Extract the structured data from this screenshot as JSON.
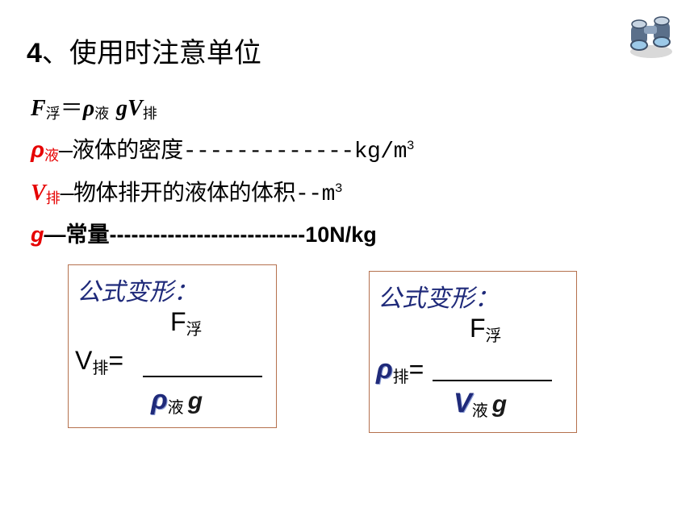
{
  "title": {
    "num": "4",
    "text": "、使用时注意单位"
  },
  "formula": {
    "F": "F",
    "F_sub": "浮",
    "eq": "＝",
    "rho": "ρ",
    "rho_sub": "液",
    "g": "g",
    "V": "V",
    "V_sub": "排"
  },
  "definitions": [
    {
      "symbol": "ρ",
      "sub": "液",
      "text": "—液体的密度-------------kg/m",
      "sup": "3"
    },
    {
      "symbol": "V",
      "sub": "排",
      "text": "—物体排开的液体的体积--m",
      "sup": "3"
    },
    {
      "symbol": "g",
      "text": "—常量---------------------------10N/kg"
    }
  ],
  "box1": {
    "heading": "公式变形：",
    "num_F": "F",
    "num_sub": "浮",
    "lhs_V": "V",
    "lhs_sub": "排",
    "lhs_eq": "= ",
    "den_rho": "ρ",
    "den_sub": "液",
    "den_g": "g"
  },
  "box2": {
    "heading": "公式变形：",
    "num_F": "F",
    "num_sub": "浮",
    "lhs_rho": "ρ",
    "lhs_sub": "排",
    "lhs_eq": "=",
    "den_V": "V",
    "den_sub": "液",
    "den_g": "g"
  },
  "colors": {
    "red": "#e60000",
    "navy": "#1f2a7a",
    "box_border": "#b5714e"
  },
  "icons": [
    "binoculars-icon"
  ]
}
